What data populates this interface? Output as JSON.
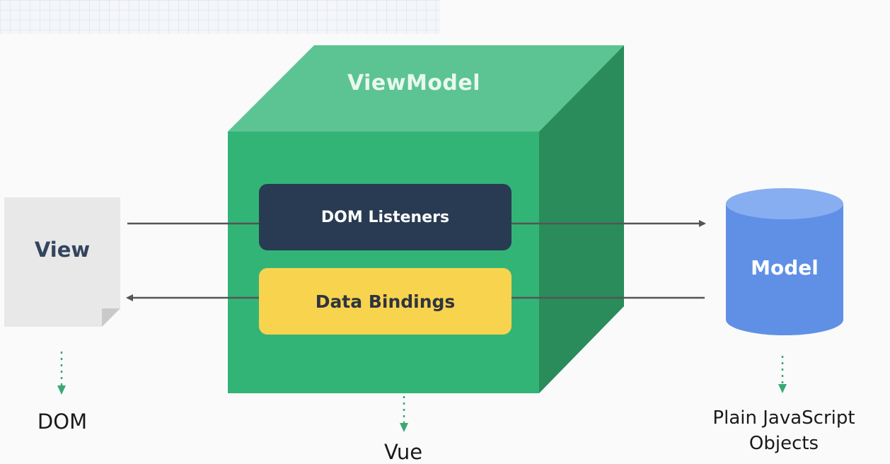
{
  "diagram": {
    "viewmodel": {
      "title": "ViewModel",
      "dom_listeners": "DOM Listeners",
      "data_bindings": "Data Bindings",
      "caption": "Vue"
    },
    "view": {
      "label": "View",
      "caption": "DOM"
    },
    "model": {
      "label": "Model",
      "caption": "Plain JavaScript Objects"
    },
    "colors": {
      "cube_front": "#33b477",
      "cube_top": "#5cc492",
      "cube_side": "#2a8c5b",
      "listeners_box": "#283b52",
      "bindings_box": "#f8d34d",
      "model_cylinder": "#5f90e6",
      "model_cylinder_top": "#87aef0",
      "view_document": "#e8e8e8",
      "arrow": "#555555",
      "dotted_arrow": "#3aa873"
    }
  }
}
